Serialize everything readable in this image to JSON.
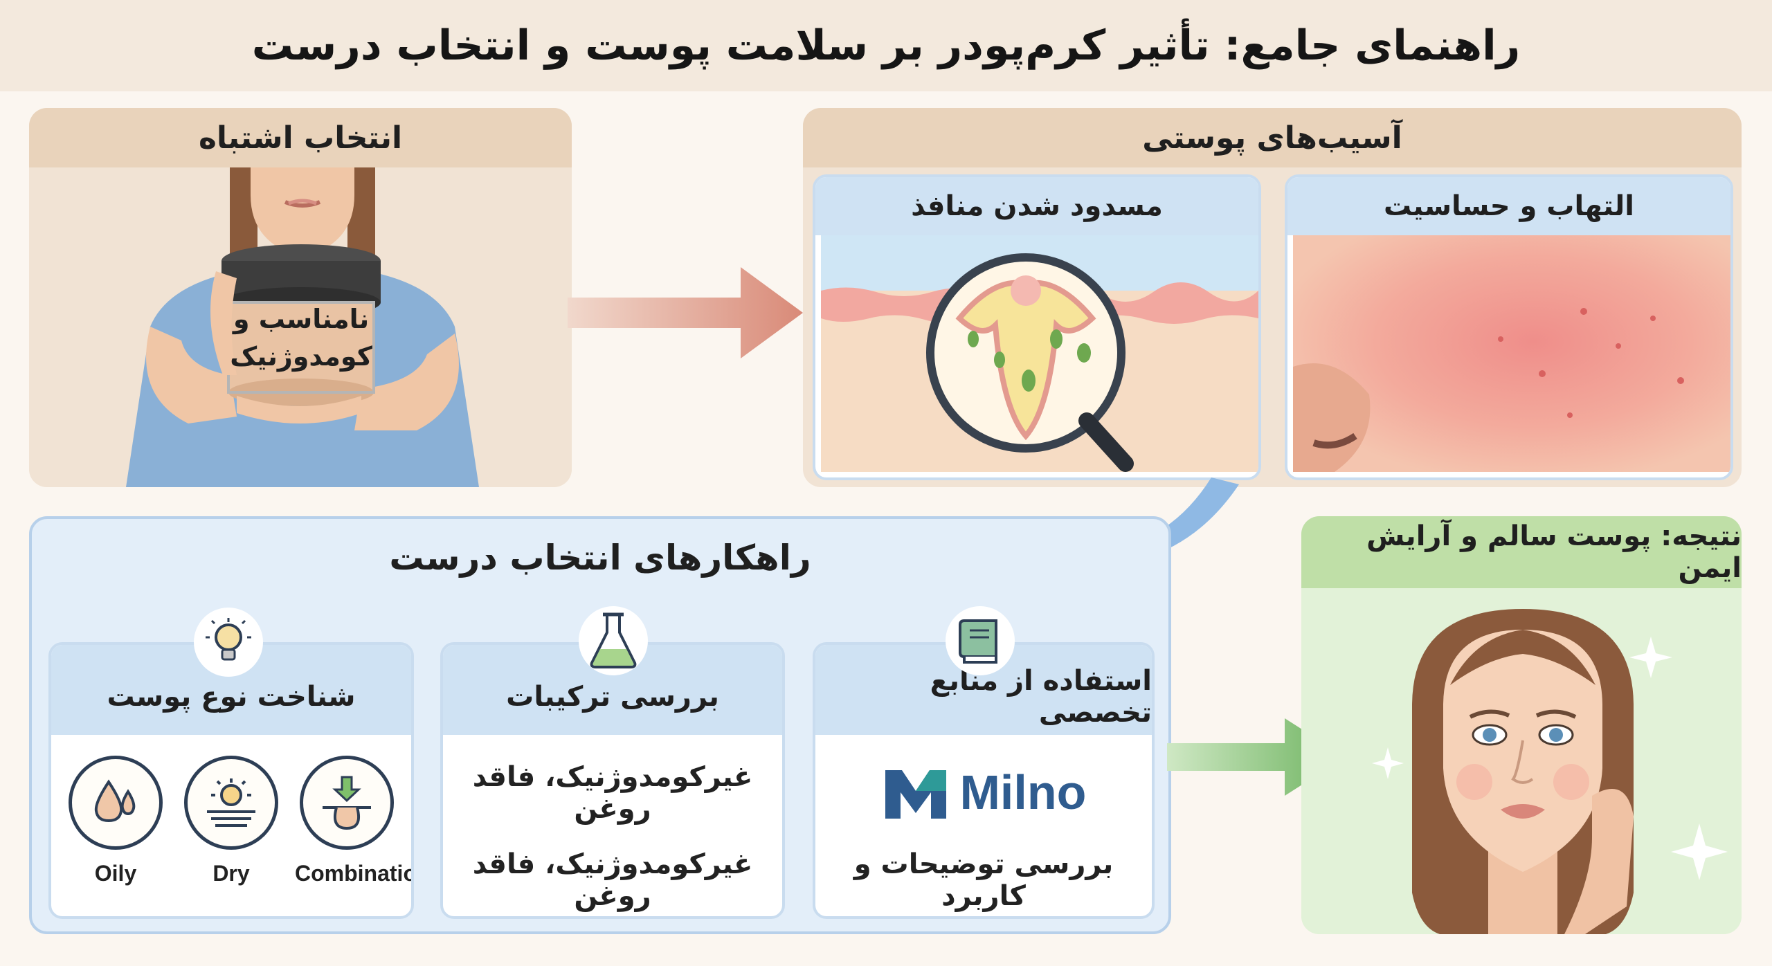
{
  "title": "راهنمای جامع: تأثیر کرم‌پودر بر سلامت پوست و انتخاب درست",
  "wrong_choice": {
    "heading": "انتخاب اشتباه",
    "jar_label_line1": "نامناسب و",
    "jar_label_line2": "کومدوژنیک"
  },
  "skin_damage": {
    "heading": "آسیب‌های پوستی",
    "pores": {
      "heading": "مسدود شدن منافذ"
    },
    "inflammation": {
      "heading": "التهاب و حساسیت"
    }
  },
  "solutions": {
    "heading": "راهکارهای انتخاب درست",
    "expert_sources": {
      "heading": "استفاده از منابع تخصصی",
      "brand": "Milno",
      "caption": "بررسی توضیحات و کاربرد"
    },
    "ingredients": {
      "heading": "بررسی ترکیبات",
      "lines": [
        "غیرکومدوژنیک، فاقد روغن",
        "غیرکومدوژنیک، فاقد روغن"
      ]
    },
    "skin_type": {
      "heading": "شناخت نوع پوست",
      "types": [
        "Combination",
        "Dry",
        "Oily"
      ]
    }
  },
  "result": {
    "heading": "نتیجه: پوست سالم و آرایش ایمن"
  },
  "icons": [
    "book-icon",
    "flask-icon",
    "lightbulb-icon",
    "water-drop-icon",
    "sun-icon",
    "arrow-down-icon",
    "magnifier-icon",
    "milno-logo-icon"
  ],
  "colors": {
    "beige_header": "#e9d3bb",
    "blue_header": "#cfe2f3",
    "green_header": "#bfdfa7",
    "arrow_red": "#d98a78",
    "arrow_blue": "#8fb9e4",
    "arrow_green": "#6db35f",
    "brand": "#2f5c8f"
  }
}
